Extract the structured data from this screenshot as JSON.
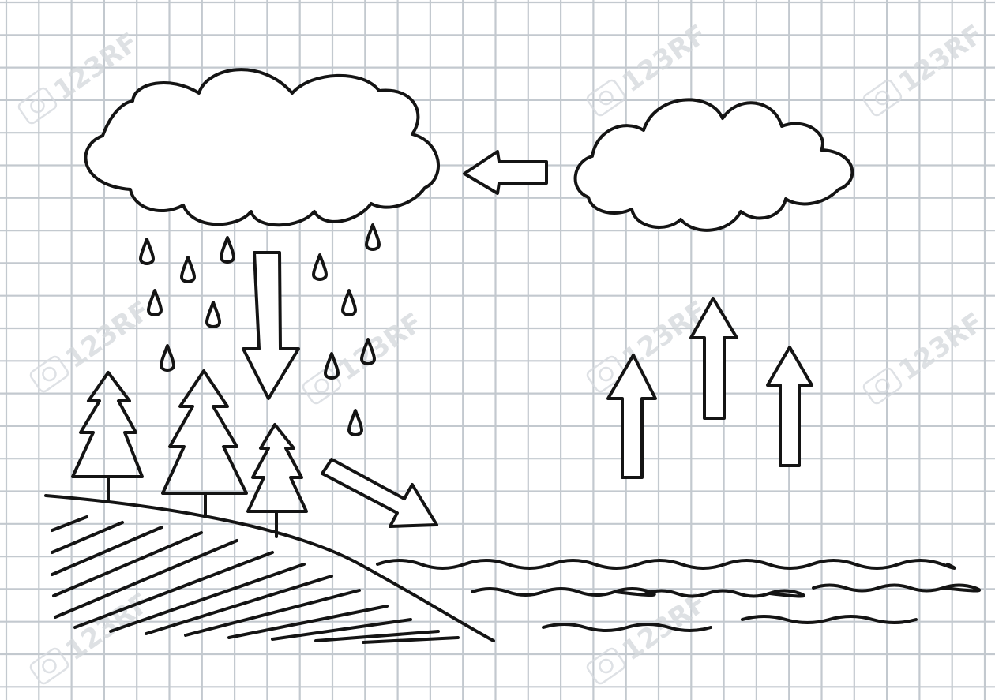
{
  "watermark": {
    "text": "123RF",
    "icon": "camera-icon"
  },
  "paper": {
    "background": "#ffffff",
    "grid_color": "#c3c9cf",
    "ink_color": "#141414"
  },
  "diagram": {
    "subject": "water cycle sketch on grid paper",
    "elements": [
      "rain-cloud",
      "evaporation-cloud",
      "raindrops",
      "precipitation-arrow",
      "cloud-movement-arrow",
      "runoff-arrow",
      "evaporation-arrows",
      "fir-trees",
      "hill",
      "water-waves"
    ],
    "labels": []
  }
}
